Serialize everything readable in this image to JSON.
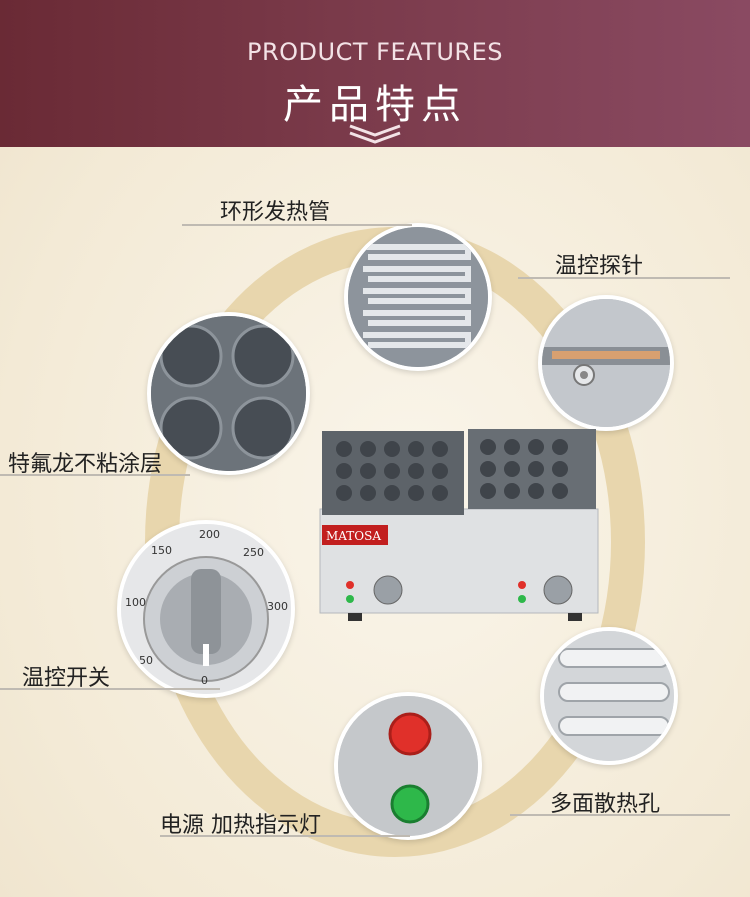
{
  "header": {
    "title_en": "PRODUCT FEATURES",
    "title_zh": "产品特点"
  },
  "features": {
    "heating_tube": "环形发热管",
    "temp_probe": "温控探针",
    "nonstick": "特氟龙不粘涂层",
    "temp_switch": "温控开关",
    "indicator": "电源 加热指示灯",
    "vents": "多面散热孔"
  },
  "knob": {
    "scale": [
      "50",
      "100",
      "150",
      "200",
      "250",
      "300"
    ],
    "zero": "0"
  },
  "product": {
    "brand": "MATOSA"
  },
  "colors": {
    "header": "#6f2f3e",
    "ring": "#e8d6ad",
    "indicator_red": "#e0302a",
    "indicator_green": "#2eb84a"
  },
  "icons": [
    "chevron-down-icon"
  ]
}
